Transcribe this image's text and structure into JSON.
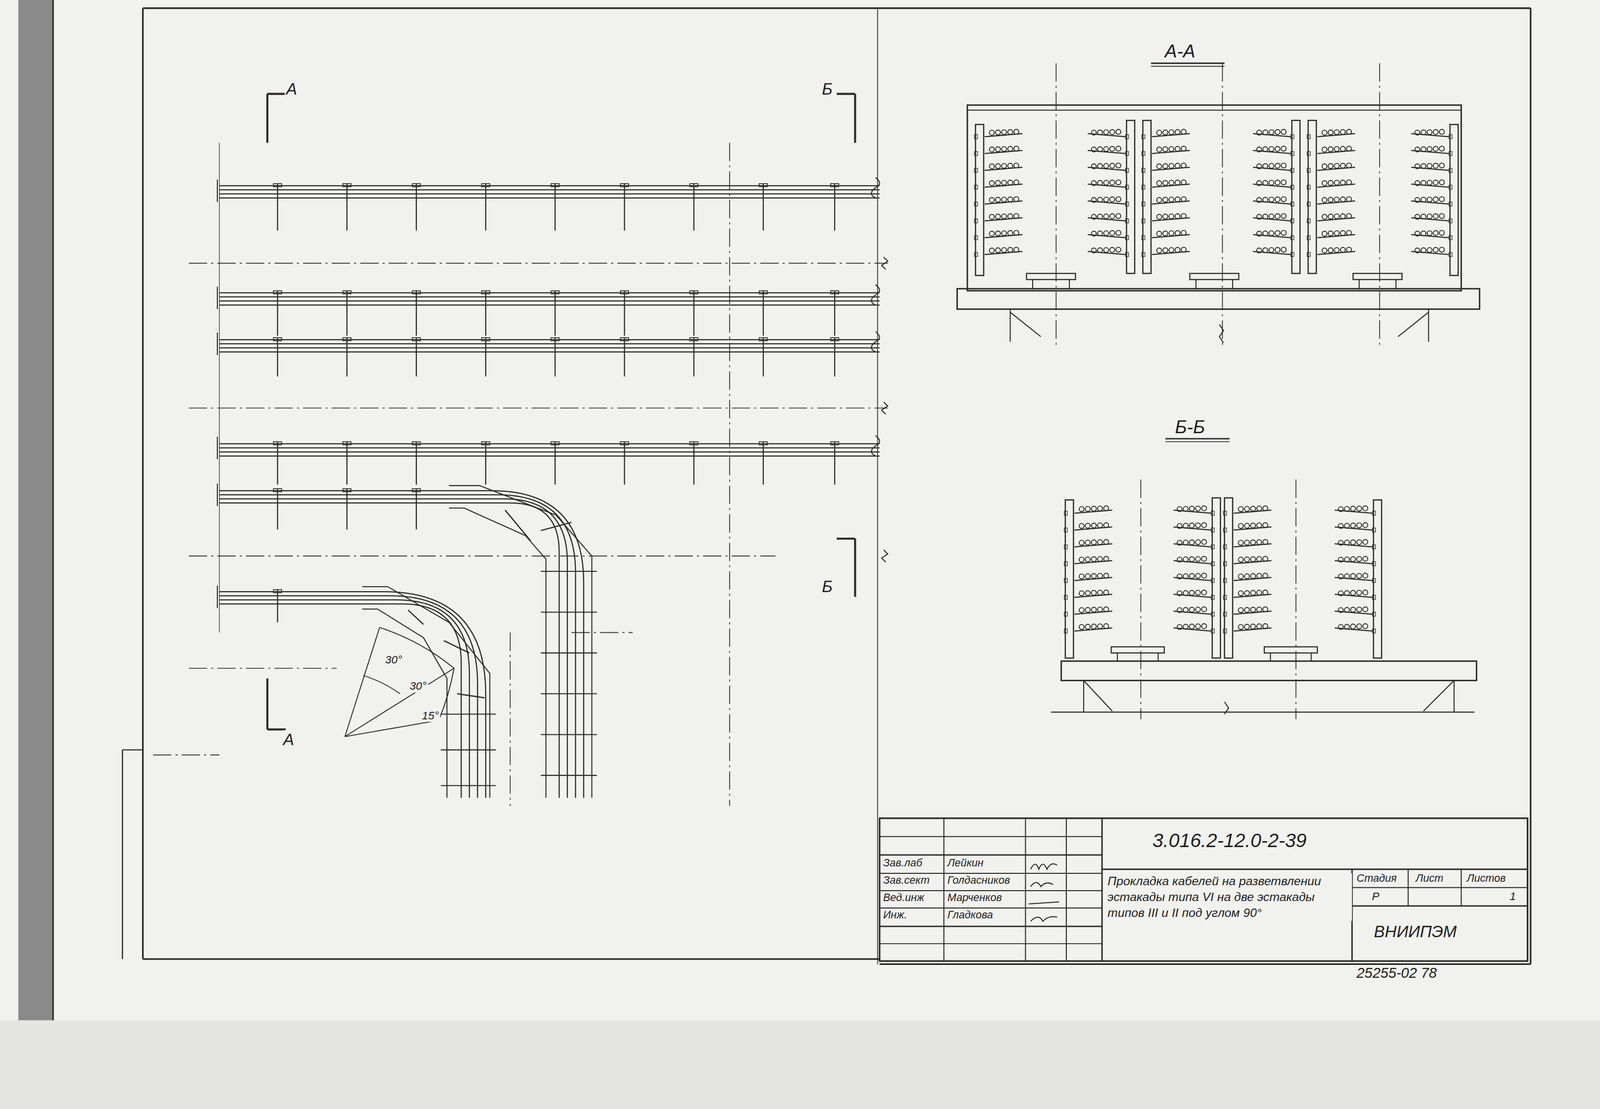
{
  "diagram": {
    "labels": [
      "А",
      "Б",
      "А-А",
      "Б-Б",
      "30°",
      "30°",
      "15°",
      "Б",
      "А",
      "3.016.2-12.0-2-39",
      "Зав.лаб",
      "Лейкин",
      "Зав.сект",
      "Голдасников",
      "Вед.инж",
      "Марченков",
      "Инж.",
      "Гладкова",
      "Прокладка кабелей на разветвлении эстакады типа VI на две эстакады типов III и II под углом 90°",
      "Стадия",
      "Лист",
      "Листов",
      "Р",
      "1",
      "ВНИИПЭМ",
      "25255-02 78"
    ]
  }
}
